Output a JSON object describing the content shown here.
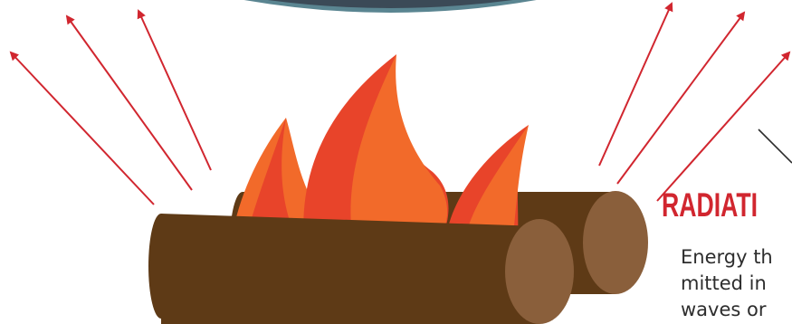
{
  "caption": {
    "title": "RADIATI",
    "body_lines": [
      "Energy th",
      "mitted in",
      "waves or"
    ]
  },
  "colors": {
    "arrow": "#d1262f",
    "log_body": "#5e3a16",
    "log_end": "#8a5f3b",
    "flame_dark": "#e8442a",
    "flame_light": "#f26a2a",
    "pot": "#3b4a57",
    "pot_rim": "#5a8591"
  },
  "icons": {
    "fire": "campfire-icon",
    "pot": "pot-icon",
    "arrow": "radiation-arrow-icon"
  }
}
